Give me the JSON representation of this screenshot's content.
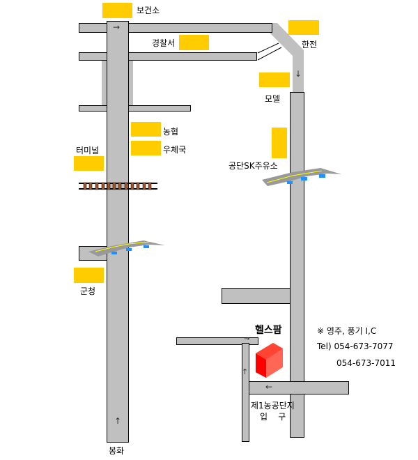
{
  "labels": {
    "health_center": "보건소",
    "police": "경찰서",
    "kepco": "한전",
    "motel": "모델",
    "nonghyup": "농협",
    "post_office": "우체국",
    "terminal": "터미널",
    "gas_station": "공단SK주유소",
    "county_office": "군청",
    "bonghwa": "봉화",
    "destination": "헬스팜",
    "industrial_entrance_1": "제1농공단지",
    "industrial_entrance_2": "입    구"
  },
  "info": {
    "ic": "※ 영주, 풍기  I,C",
    "tel1": "Tel) 054-673-7077",
    "tel2": "054-673-7011"
  },
  "arrows": {
    "top": "→",
    "right_down": "↓",
    "bottom_up": "↑",
    "small_right": "→",
    "small_up": "↑",
    "left": "←"
  },
  "colors": {
    "road": "#c0c0c0",
    "poi": "#ffcc00",
    "building": "#ff3333"
  }
}
